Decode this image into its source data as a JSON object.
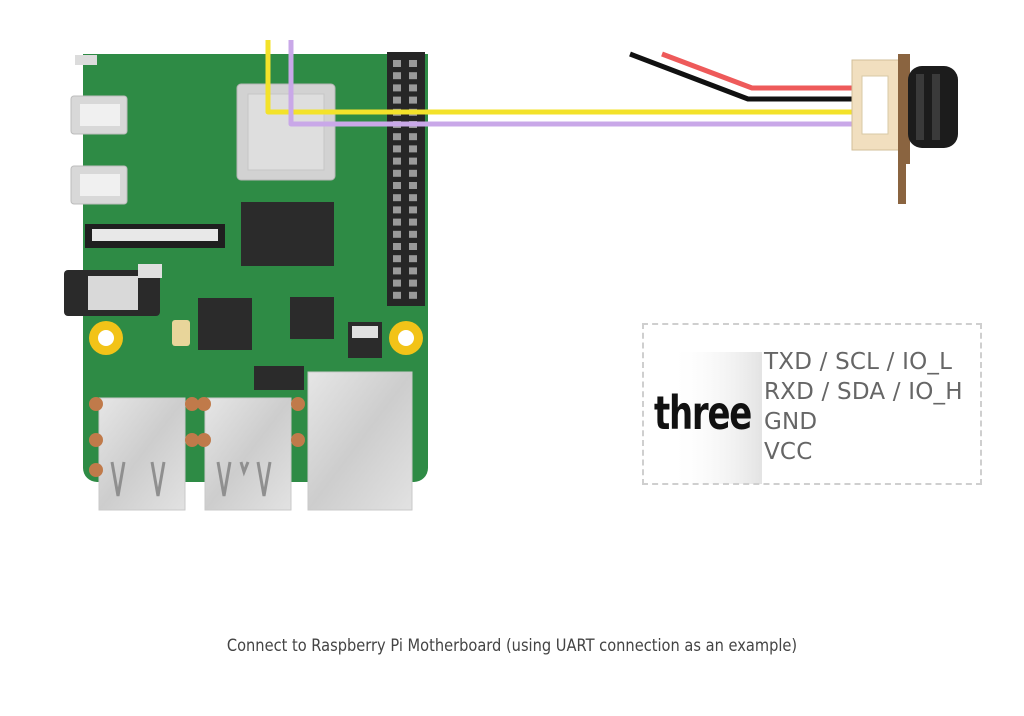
{
  "legend": {
    "callout": "three",
    "pins": [
      {
        "label": "TXD / SCL / IO_L"
      },
      {
        "label": "RXD / SDA / IO_H"
      },
      {
        "label": "GND"
      },
      {
        "label": "VCC"
      }
    ]
  },
  "caption": "Connect to Raspberry Pi Motherboard (using UART connection as an example)",
  "colors": {
    "board": "#2e8b45",
    "wire_red": "#ee5a5a",
    "wire_black": "#111111",
    "wire_yellow": "#f3e22a",
    "wire_purple": "#c9a8e8"
  }
}
